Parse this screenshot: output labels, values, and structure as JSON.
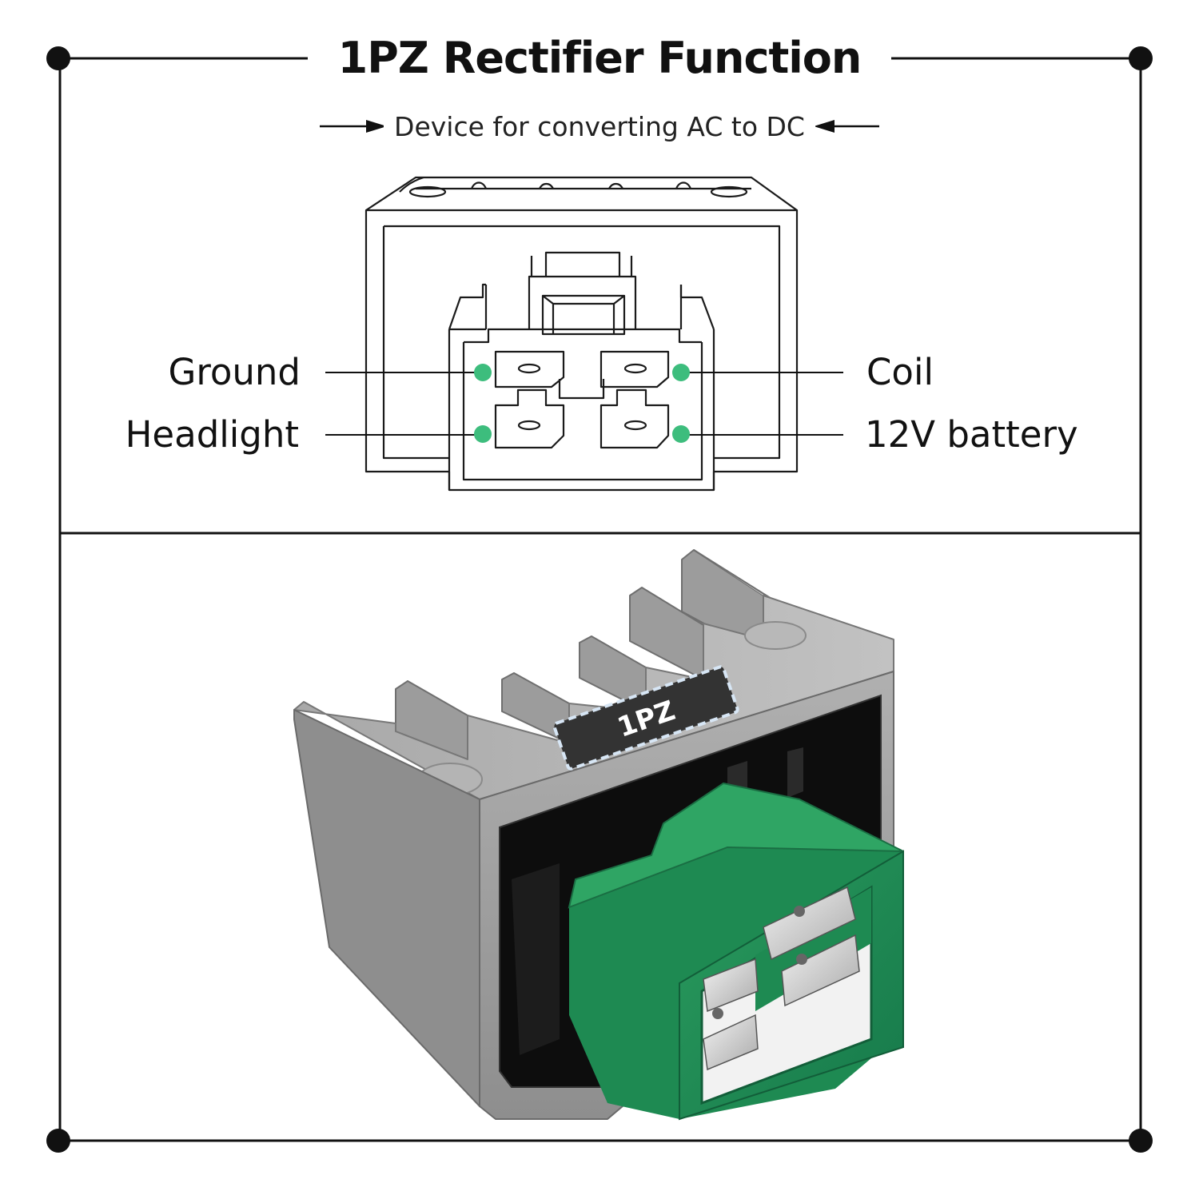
{
  "title": "1PZ Rectifier Function",
  "subtitle": "Device for converting AC to DC",
  "pins": {
    "ground": "Ground",
    "headlight": "Headlight",
    "coil": "Coil",
    "battery": "12V battery"
  },
  "product": {
    "badge_label": "1PZ"
  },
  "colors": {
    "pin_marker": "#3dbd7d",
    "connector_green": "#1f8f55",
    "housing_grey": "#9a9a9a"
  }
}
